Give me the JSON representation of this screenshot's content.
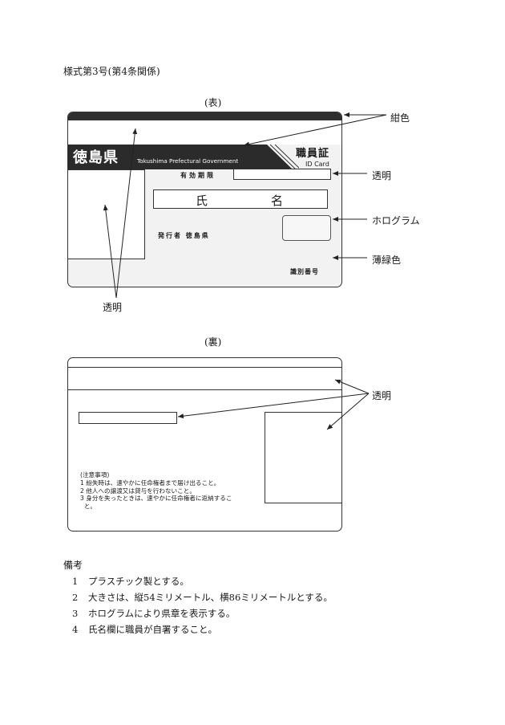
{
  "form_title": "様式第3号(第4条関係)",
  "front": {
    "side_label": "(表)",
    "pref_name": "徳島県",
    "pref_en": "Tokushima Prefectural Government",
    "card_title": "職員証",
    "card_subtitle": "ID Card",
    "expiry_label": "有効期限",
    "name_uji": "氏",
    "name_mei": "名",
    "issuer_label": "発行者 徳島県",
    "id_number_label": "識別番号"
  },
  "front_annotations": {
    "navy": "紺色",
    "transparent_right": "透明",
    "hologram": "ホログラム",
    "light_green": "薄緑色",
    "transparent_left": "透明"
  },
  "back": {
    "side_label": "(裏)",
    "cautions": [
      "(注意事項)",
      "1 紛失時は、速やかに任命権者まで届け出ること。",
      "2 他人への譲渡又は貸与を行わないこと。",
      "3 身分を失ったときは、速やかに任命権者に返納するこ",
      "  と。"
    ]
  },
  "back_annotations": {
    "transparent": "透明"
  },
  "remarks": {
    "title": "備考",
    "items": [
      {
        "num": "1",
        "text": "プラスチック製とする。"
      },
      {
        "num": "2",
        "text": "大きさは、縦54ミリメートル、横86ミリメートルとする。"
      },
      {
        "num": "3",
        "text": "ホログラムにより県章を表示する。"
      },
      {
        "num": "4",
        "text": "氏名欄に職員が自署すること。"
      }
    ]
  },
  "colors": {
    "band_dark": "#2b2b2b",
    "card_light_green": "#f2f2f2"
  }
}
